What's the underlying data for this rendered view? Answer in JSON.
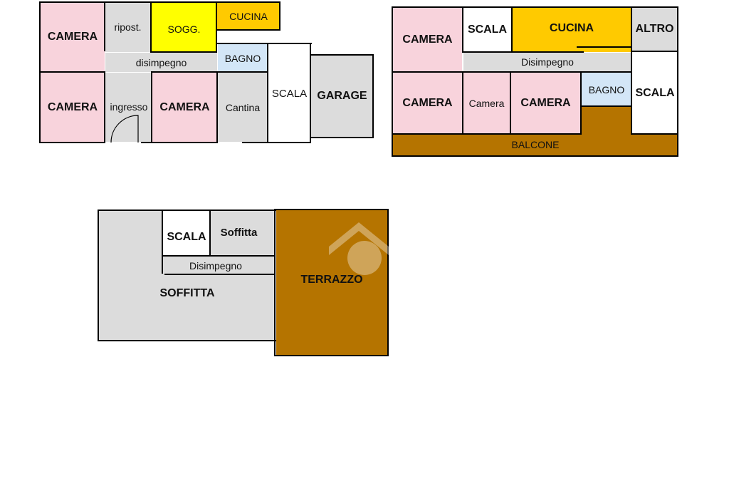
{
  "plans": {
    "ground": {
      "rooms": {
        "camera1": "CAMERA",
        "ripost": "ripost.",
        "sogg": "SOGG.",
        "cucina": "CUCINA",
        "disimpegno": "disimpegno",
        "bagno": "BAGNO",
        "camera2": "CAMERA",
        "ingresso": "ingresso",
        "camera3": "CAMERA",
        "cantina": "Cantina",
        "scala": "SCALA",
        "garage": "GARAGE"
      }
    },
    "first": {
      "rooms": {
        "camera1": "CAMERA",
        "scala1": "SCALA",
        "cucina": "CUCINA",
        "altro": "ALTRO",
        "disimpegno": "Disimpegno",
        "camera2": "CAMERA",
        "camera_small": "Camera",
        "camera3": "CAMERA",
        "bagno": "BAGNO",
        "scala2": "SCALA",
        "balcone": "BALCONE"
      }
    },
    "attic": {
      "rooms": {
        "scala": "SCALA",
        "soffitta_small": "Soffitta",
        "disimpegno": "Disimpegno",
        "soffitta": "SOFFITTA",
        "terrazzo": "TERRAZZO"
      }
    }
  },
  "colors": {
    "camera": "#f8d3dc",
    "service": "#dcdcdc",
    "soggiorno": "#ffff00",
    "cucina": "#ffca00",
    "bagno": "#d3e6f7",
    "outdoor": "#b57400",
    "watermark_icon": "brand-logo-icon"
  }
}
